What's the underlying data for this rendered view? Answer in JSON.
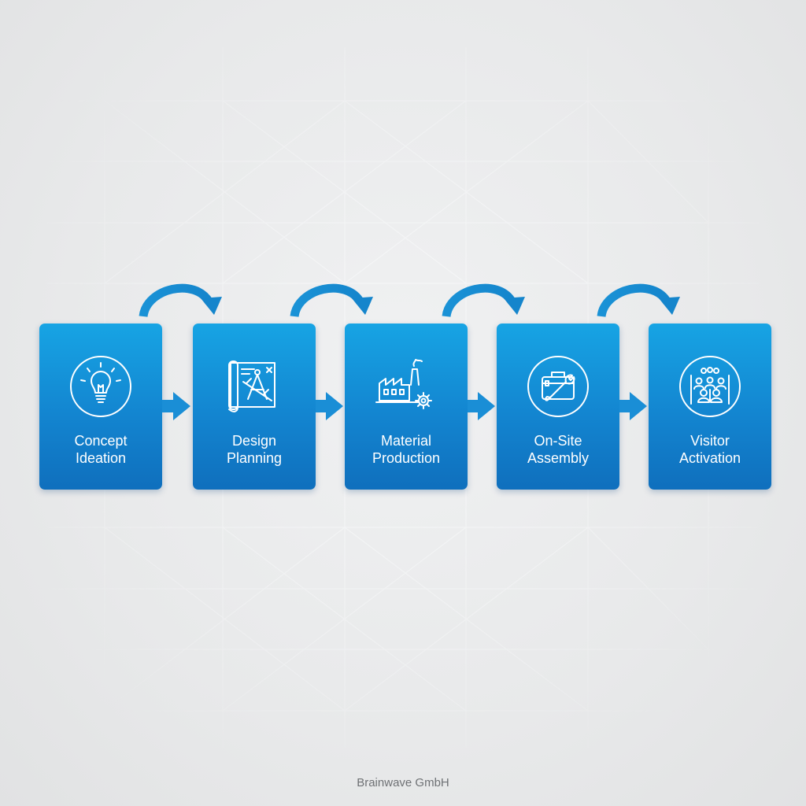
{
  "steps": [
    {
      "line1": "Concept",
      "line2": "Ideation",
      "icon": "lightbulb-icon"
    },
    {
      "line1": "Design",
      "line2": "Planning",
      "icon": "blueprint-icon"
    },
    {
      "line1": "Material",
      "line2": "Production",
      "icon": "factory-icon"
    },
    {
      "line1": "On-Site",
      "line2": "Assembly",
      "icon": "toolbox-icon"
    },
    {
      "line1": "Visitor",
      "line2": "Activation",
      "icon": "audience-icon"
    }
  ],
  "footer": {
    "company": "Brainwave GmbH"
  },
  "colors": {
    "box_top": "#17a4e4",
    "box_bottom": "#0f6fbd",
    "arrow": "#1890d8",
    "background": "#e8e9ea"
  }
}
